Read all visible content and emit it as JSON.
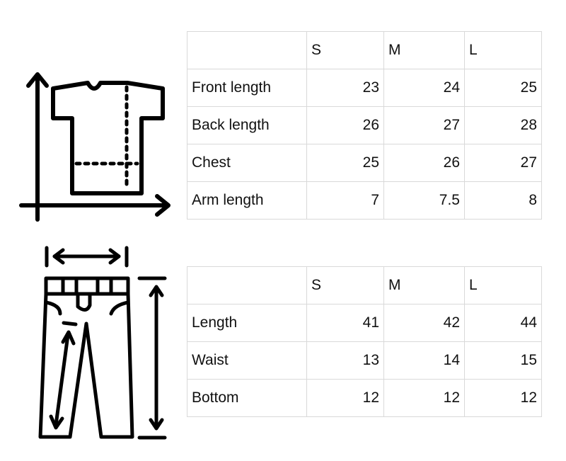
{
  "shirt_table": {
    "headers": [
      "",
      "S",
      "M",
      "L"
    ],
    "rows": [
      {
        "label": "Front length",
        "values": [
          "23",
          "24",
          "25"
        ]
      },
      {
        "label": "Back length",
        "values": [
          "26",
          "27",
          "28"
        ]
      },
      {
        "label": "Chest",
        "values": [
          "25",
          "26",
          "27"
        ]
      },
      {
        "label": "Arm length",
        "values": [
          "7",
          "7.5",
          "8"
        ]
      }
    ]
  },
  "pants_table": {
    "headers": [
      "",
      "S",
      "M",
      "L"
    ],
    "rows": [
      {
        "label": "Length",
        "values": [
          "41",
          "42",
          "44"
        ]
      },
      {
        "label": "Waist",
        "values": [
          "13",
          "14",
          "15"
        ]
      },
      {
        "label": "Bottom",
        "values": [
          "12",
          "12",
          "12"
        ]
      }
    ]
  },
  "icons": {
    "shirt": "tshirt-measurement-icon",
    "pants": "pants-measurement-icon"
  }
}
